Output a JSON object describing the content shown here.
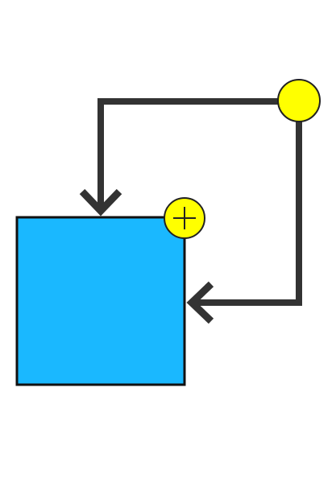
{
  "diagram": {
    "colors": {
      "background": "#ffffff",
      "connector": "#333333",
      "box_fill": "#1ab8ff",
      "box_stroke": "#111111",
      "node_fill": "#ffff00",
      "node_stroke": "#222222",
      "plus_symbol": "#222222"
    },
    "elements": {
      "box": "blue-square",
      "source_node": "yellow-circle-node",
      "plus_badge": "yellow-plus-badge",
      "connectors": [
        "top-arrow-connector",
        "side-arrow-connector"
      ],
      "arrowheads": [
        "down-arrowhead",
        "left-arrowhead"
      ]
    }
  }
}
